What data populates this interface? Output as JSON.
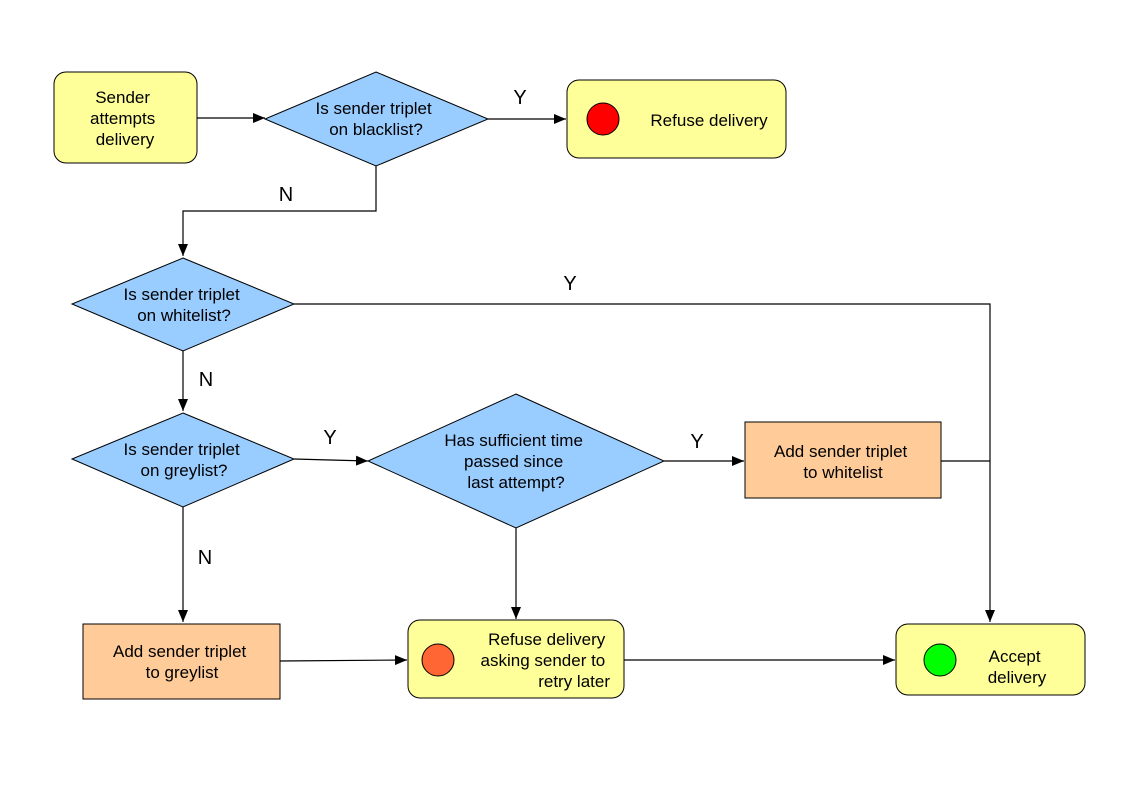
{
  "colors": {
    "terminal_fill": "#ffff99",
    "decision_fill": "#99ccff",
    "action_fill": "#ffcc99",
    "stroke": "#000000",
    "indicator_red": "#ff0000",
    "indicator_orange": "#ff6633",
    "indicator_green": "#00ff00"
  },
  "nodes": {
    "start": {
      "lines": [
        "Sender",
        "attempts",
        "delivery"
      ]
    },
    "blacklist": {
      "lines": [
        "Is sender triplet",
        "on blacklist?"
      ]
    },
    "refuse": {
      "lines": [
        "Refuse delivery"
      ],
      "indicator": "red"
    },
    "whitelist": {
      "lines": [
        "Is sender triplet",
        "on whitelist?"
      ]
    },
    "greylist": {
      "lines": [
        "Is sender triplet",
        "on greylist?"
      ]
    },
    "time": {
      "lines": [
        "Has sufficient time",
        "passed since",
        "last attempt?"
      ]
    },
    "add_white": {
      "lines": [
        "Add sender triplet",
        "to whitelist"
      ]
    },
    "add_grey": {
      "lines": [
        "Add sender triplet",
        "to greylist"
      ]
    },
    "retry": {
      "lines": [
        "Refuse delivery",
        "asking sender to",
        "retry later"
      ],
      "indicator": "orange"
    },
    "accept": {
      "lines": [
        "Accept",
        "delivery"
      ],
      "indicator": "green"
    }
  },
  "edge_labels": {
    "blacklist_yes": "Y",
    "blacklist_no": "N",
    "whitelist_yes": "Y",
    "whitelist_no": "N",
    "greylist_yes": "Y",
    "greylist_no": "N",
    "time_yes": "Y"
  }
}
